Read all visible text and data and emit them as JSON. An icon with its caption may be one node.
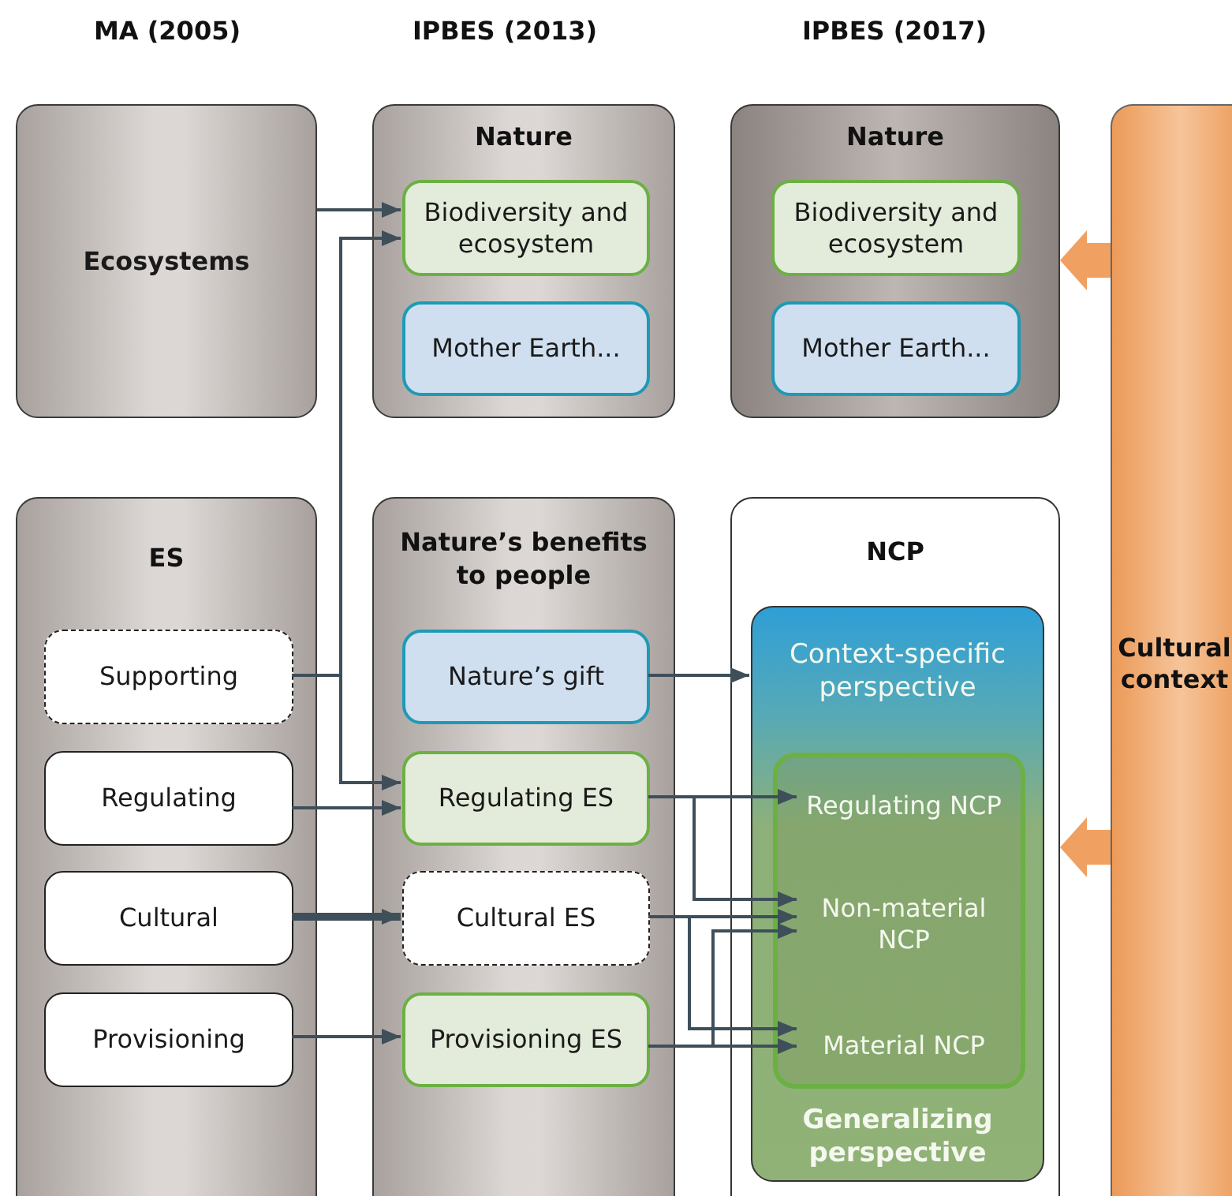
{
  "diagram": {
    "nodes": [
      {
        "text": [
          "Ecosystems"
        ]
      },
      {
        "text": [
          "ES"
        ]
      },
      {
        "text": [
          "Supporting"
        ],
        "in": 1
      },
      {
        "text": [
          "Regulating"
        ],
        "in": 1
      },
      {
        "text": [
          "Cultural"
        ],
        "in": 1
      },
      {
        "text": [
          "Provisioning"
        ],
        "in": 1
      },
      {
        "text": [
          "Nature"
        ]
      },
      {
        "text": [
          "Biodiversity and ecosystem"
        ],
        "in": 6
      },
      {
        "text": [
          "Mother Earth..."
        ],
        "in": 6
      },
      {
        "text": [
          "Nature’s benefits to people"
        ]
      },
      {
        "text": [
          "Nature’s gift"
        ],
        "in": 9
      },
      {
        "text": [
          "Regulating ES"
        ],
        "in": 9
      },
      {
        "text": [
          "Cultural ES"
        ],
        "in": 9
      },
      {
        "text": [
          "Provisioning ES"
        ],
        "in": 9
      },
      {
        "text": [
          "Nature"
        ]
      },
      {
        "text": [
          "Biodiversity and ecosystem"
        ],
        "in": 14
      },
      {
        "text": [
          "Mother Earth..."
        ],
        "in": 14
      },
      {
        "text": [
          "NCP"
        ]
      },
      {
        "text": [
          "Context-specific perspective",
          "Generalizing perspective"
        ],
        "in": 17
      },
      {
        "text": [],
        "shape": "box",
        "in": 18
      },
      {
        "text": [
          "Regulating NCP"
        ],
        "in": 19
      },
      {
        "text": [
          "Non-material NCP"
        ],
        "in": 19
      },
      {
        "text": [
          "Material NCP"
        ],
        "in": 19
      },
      {
        "text": [
          "Cultural context"
        ]
      }
    ],
    "edges": [
      {
        "from": 0,
        "to": 7,
        "arrow": "to"
      },
      {
        "from": 2,
        "to": 7,
        "arrow": "to"
      },
      {
        "from": 2,
        "to": 11,
        "arrow": "to"
      },
      {
        "from": 3,
        "to": 11,
        "arrow": "to"
      },
      {
        "from": 4,
        "to": 12,
        "arrow": "to",
        "style": "thick"
      },
      {
        "from": 5,
        "to": 13,
        "arrow": "to"
      },
      {
        "from": 10,
        "to": 18,
        "arrow": "to"
      },
      {
        "from": 11,
        "to": 20,
        "arrow": "to"
      },
      {
        "from": 11,
        "to": 21,
        "arrow": "to"
      },
      {
        "from": 12,
        "to": 21,
        "arrow": "to"
      },
      {
        "from": 12,
        "to": 22,
        "arrow": "to"
      },
      {
        "from": 13,
        "to": 22,
        "arrow": "to"
      },
      {
        "from": 13,
        "to": 21,
        "arrow": "to"
      },
      {
        "from": 23,
        "to": 14,
        "arrow": "to",
        "style": "thick",
        "color": "#f0a060"
      },
      {
        "from": 23,
        "to": 17,
        "arrow": "to",
        "style": "thick",
        "color": "#f0a060"
      }
    ],
    "labels": [
      "MA (2005)",
      "IPBES (2013)",
      "IPBES (2017)"
    ]
  }
}
